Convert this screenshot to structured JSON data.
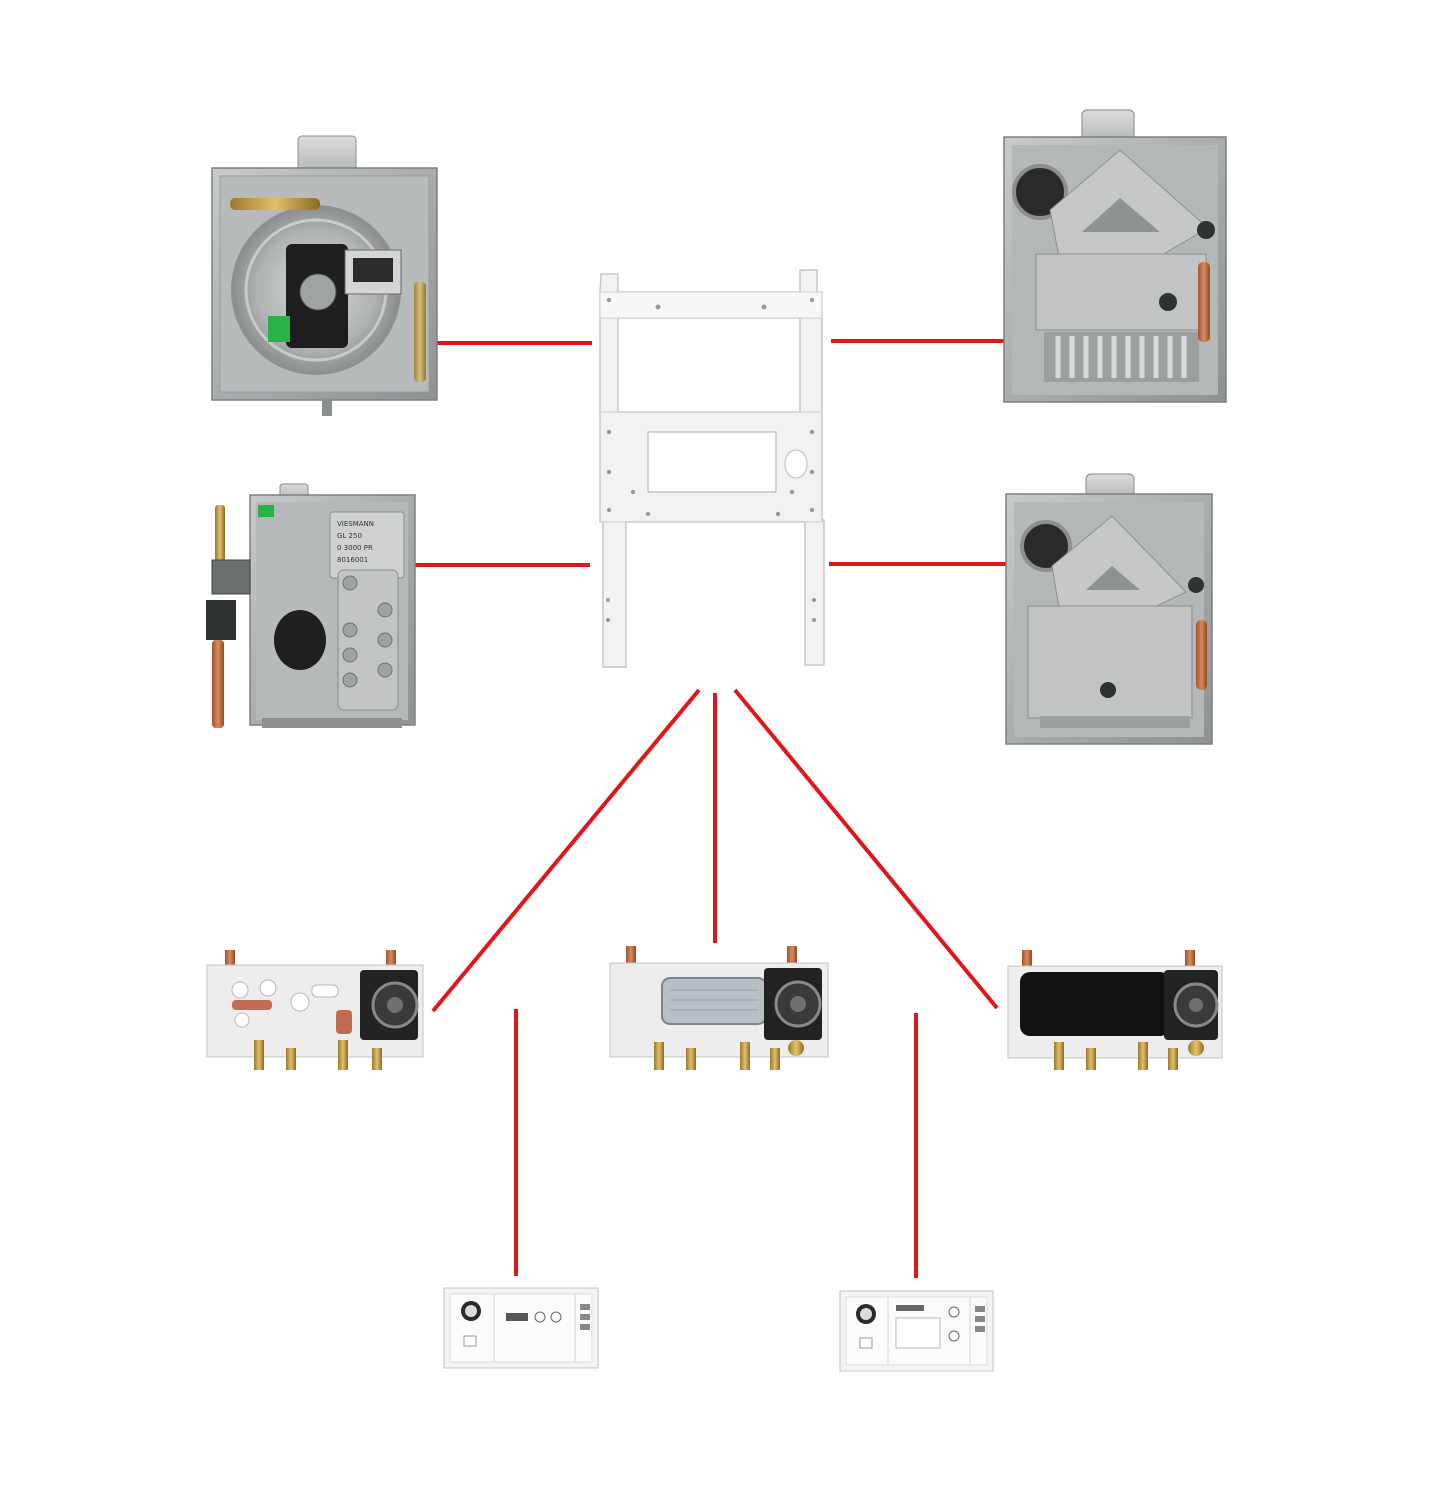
{
  "diagram": {
    "description_none": "",
    "connector_color": "#e0161b",
    "components": [
      {
        "id": "mounting-frame",
        "icon": "mounting-frame-icon"
      },
      {
        "id": "burner-unit-round",
        "icon": "burner-round-icon"
      },
      {
        "id": "gas-valve-unit",
        "icon": "gas-valve-icon",
        "plate_text": [
          "VIESMANN",
          "GL 250",
          "0 3000 PR",
          "8016001"
        ]
      },
      {
        "id": "boiler-heat-exchanger-top",
        "icon": "heat-exchanger-icon"
      },
      {
        "id": "boiler-heat-exchanger-bottom",
        "icon": "heat-exchanger-icon"
      },
      {
        "id": "hydraulic-module-pump",
        "icon": "pump-module-icon"
      },
      {
        "id": "hydraulic-module-plate-hx",
        "icon": "plate-hx-module-icon"
      },
      {
        "id": "hydraulic-module-insulated",
        "icon": "insulated-module-icon"
      },
      {
        "id": "control-panel-basic",
        "icon": "control-panel-icon"
      },
      {
        "id": "control-panel-advanced",
        "icon": "control-panel-icon"
      }
    ]
  }
}
